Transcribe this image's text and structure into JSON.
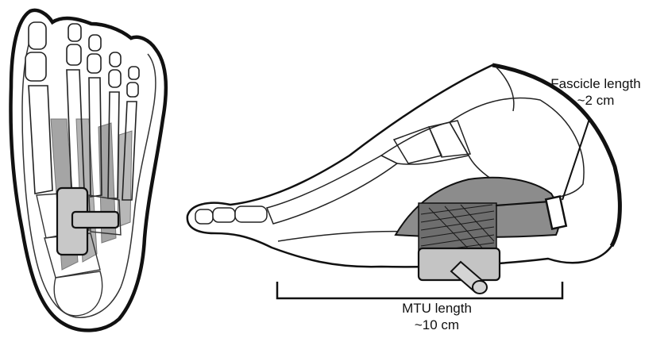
{
  "annotations": {
    "fascicle": {
      "name": "Fascicle length",
      "value": "~2 cm"
    },
    "mtu": {
      "name": "MTU length",
      "value": "~10 cm"
    }
  },
  "colors": {
    "outline": "#111111",
    "muscle_gray": "#8c8c8c",
    "light_gray": "#c4c4c4",
    "background": "#ffffff"
  }
}
